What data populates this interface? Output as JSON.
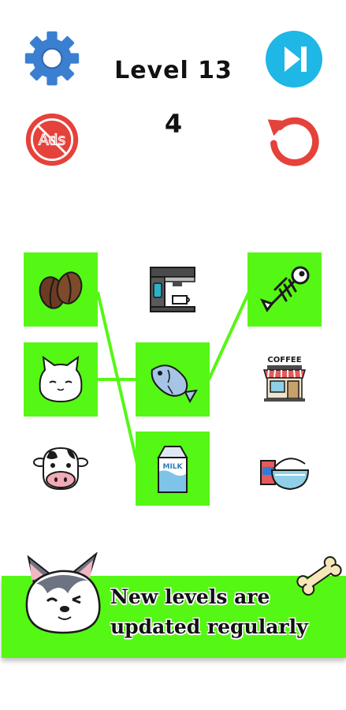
{
  "header": {
    "level_title": "Level 13",
    "moves_count": "4"
  },
  "buttons": {
    "settings": {
      "icon": "gear-icon",
      "color": "#3b7fd1"
    },
    "skip": {
      "icon": "skip-forward-icon",
      "color": "#1eb7e6"
    },
    "no_ads": {
      "icon": "no-ads-icon",
      "label": "Ads",
      "color": "#e5423b"
    },
    "restart": {
      "icon": "restart-icon",
      "color": "#e5423b"
    }
  },
  "grid": {
    "highlight_color": "#55f714",
    "cells": [
      {
        "item": "coffee-beans",
        "selected": true
      },
      {
        "item": "espresso-machine",
        "selected": false
      },
      {
        "item": "fish-bone",
        "selected": true
      },
      {
        "item": "cat",
        "selected": true
      },
      {
        "item": "fish",
        "selected": true
      },
      {
        "item": "coffee-shop",
        "selected": false,
        "sign": "COFFEE"
      },
      {
        "item": "cow",
        "selected": false
      },
      {
        "item": "milk-carton",
        "selected": true,
        "label": "MILK"
      },
      {
        "item": "cereal-bowl",
        "selected": false
      }
    ],
    "connections": [
      [
        "coffee-beans",
        "milk-carton"
      ],
      [
        "cat",
        "fish"
      ],
      [
        "fish",
        "fish-bone"
      ]
    ]
  },
  "banner": {
    "line1": "New levels are",
    "line2": "updated regularly",
    "mascot": "husky-icon",
    "decoration": "bone-icon"
  }
}
